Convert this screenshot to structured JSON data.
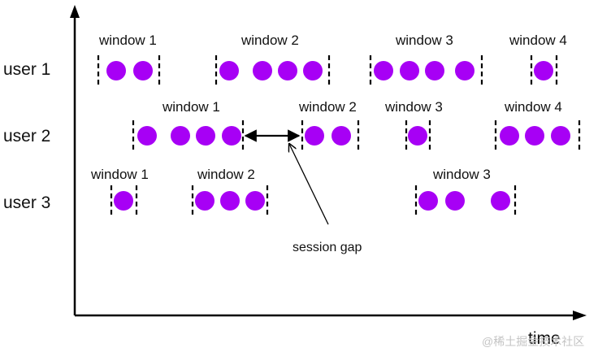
{
  "colors": {
    "event": "#a700f5",
    "line": "#000000"
  },
  "axis": {
    "x_label": "time"
  },
  "users": [
    {
      "label": "user 1",
      "windows": [
        {
          "label": "window 1",
          "events": 2
        },
        {
          "label": "window 2",
          "events": 4
        },
        {
          "label": "window 3",
          "events": 4
        },
        {
          "label": "window 4",
          "events": 1
        }
      ]
    },
    {
      "label": "user 2",
      "windows": [
        {
          "label": "window 1",
          "events": 4
        },
        {
          "label": "window 2",
          "events": 2
        },
        {
          "label": "window 3",
          "events": 1
        },
        {
          "label": "window 4",
          "events": 3
        }
      ]
    },
    {
      "label": "user 3",
      "windows": [
        {
          "label": "window 1",
          "events": 1
        },
        {
          "label": "window 2",
          "events": 3
        },
        {
          "label": "window 3",
          "events": 3
        }
      ]
    }
  ],
  "annotation": {
    "label": "session gap"
  },
  "watermark": "@稀土掘金技术社区"
}
